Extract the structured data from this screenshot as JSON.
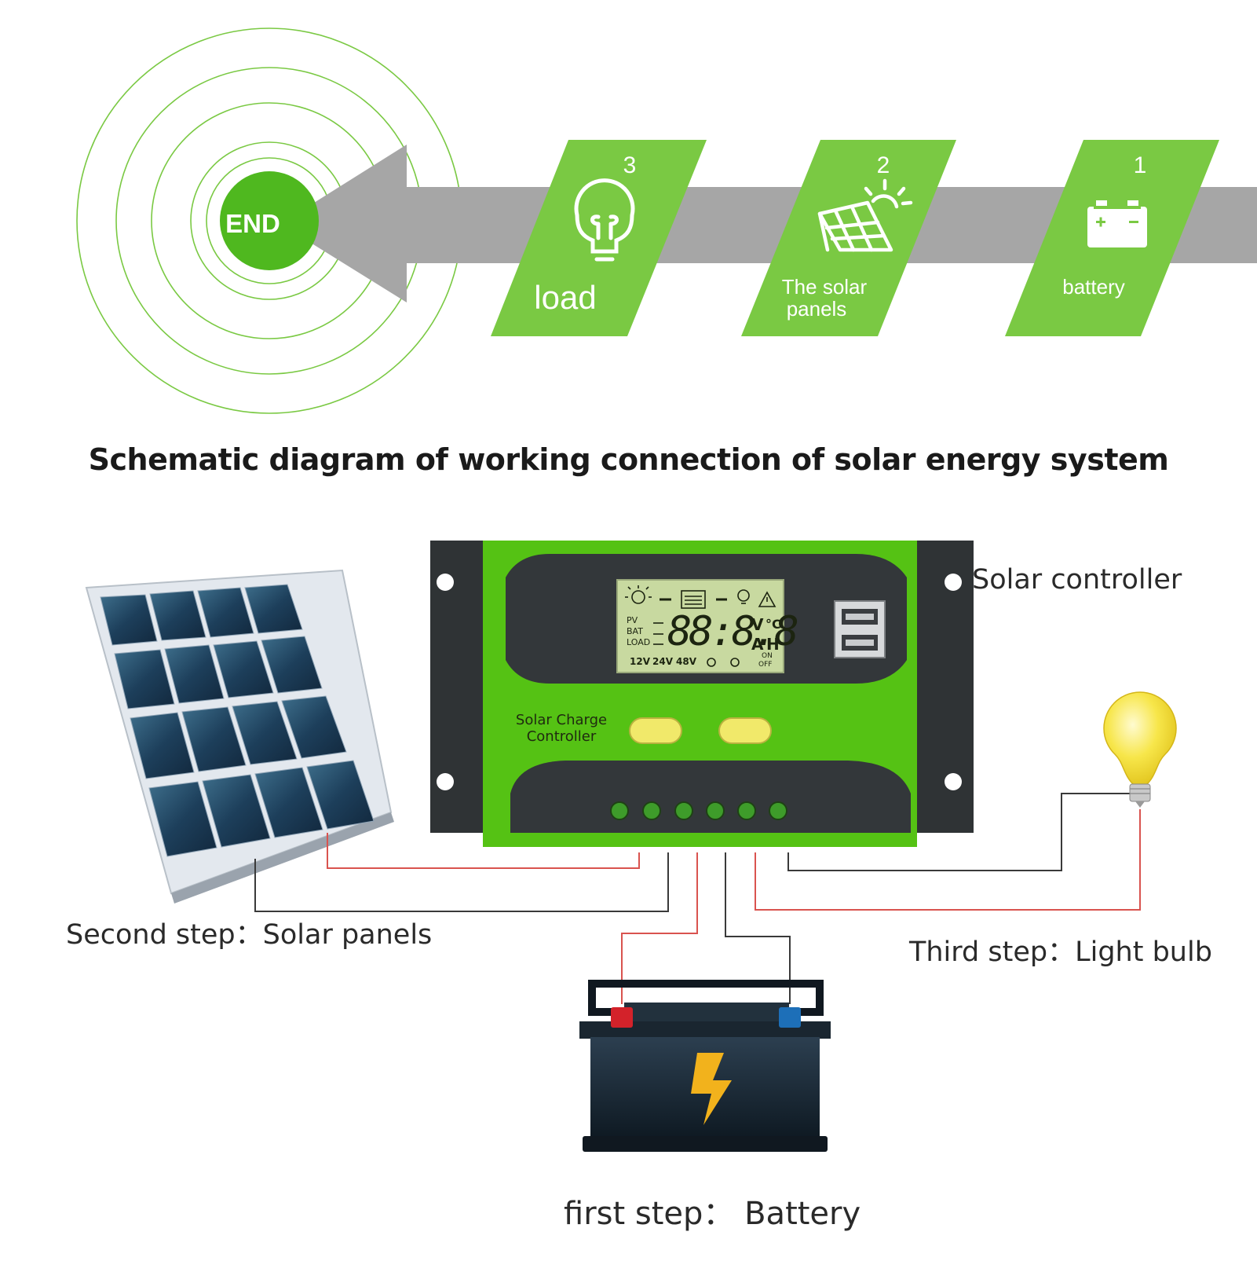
{
  "title": "Schematic diagram of  working connection of solar energy system",
  "flow": {
    "end_label": "END",
    "steps": [
      {
        "number": "3",
        "label": "load",
        "icon": "light-bulb-icon"
      },
      {
        "number": "2",
        "label_line1": "The solar",
        "label_line2": "panels",
        "icon": "solar-panel-icon"
      },
      {
        "number": "1",
        "label": "battery",
        "icon": "battery-icon"
      }
    ]
  },
  "controller": {
    "caption": "Solar controller",
    "device_label_line1": "Solar Charge",
    "device_label_line2": "Controller",
    "lcd": {
      "digits": "88:8.8",
      "pv": "PV",
      "bat": "BAT",
      "load": "LOAD",
      "unit_v": "V",
      "unit_c": "°C",
      "unit_a": "A",
      "unit_h": "H",
      "v12": "12V",
      "v24": "24V",
      "v48": "48V",
      "on": "ON",
      "off": "OFF"
    }
  },
  "captions": {
    "solar": "Second step：Solar panels",
    "bulb": "Third step：Light bulb",
    "battery": "first step：  Battery"
  },
  "colors": {
    "green": "#7ac943",
    "green_dark": "#4fb81f",
    "arrow_gray": "#a6a6a6",
    "controller_green": "#55c214",
    "lcd": "#c8d9a0",
    "wire_red": "#d9534f",
    "wire_black": "#3a3a3a"
  }
}
